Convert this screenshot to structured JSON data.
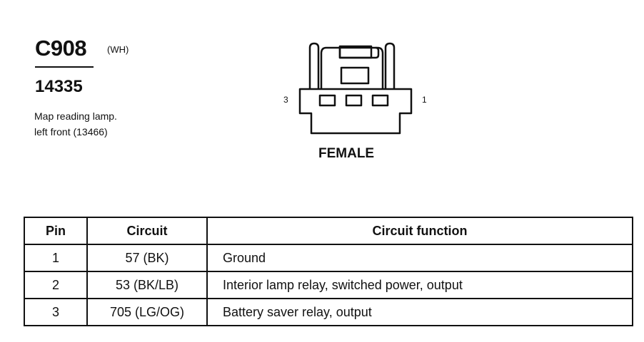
{
  "connector": {
    "id": "C908",
    "color_code": "(WH)",
    "part_number": "14335",
    "description_line1": "Map reading lamp.",
    "description_line2": "left front (13466)"
  },
  "diagram": {
    "pin_label_left": "3",
    "pin_label_right": "1",
    "gender": "FEMALE"
  },
  "table": {
    "headers": [
      "Pin",
      "Circuit",
      "Circuit function"
    ],
    "rows": [
      {
        "pin": "1",
        "circuit": "57 (BK)",
        "function": "Ground"
      },
      {
        "pin": "2",
        "circuit": "53 (BK/LB)",
        "function": "Interior lamp relay, switched power, output"
      },
      {
        "pin": "3",
        "circuit": "705 (LG/OG)",
        "function": "Battery saver relay, output"
      }
    ]
  }
}
